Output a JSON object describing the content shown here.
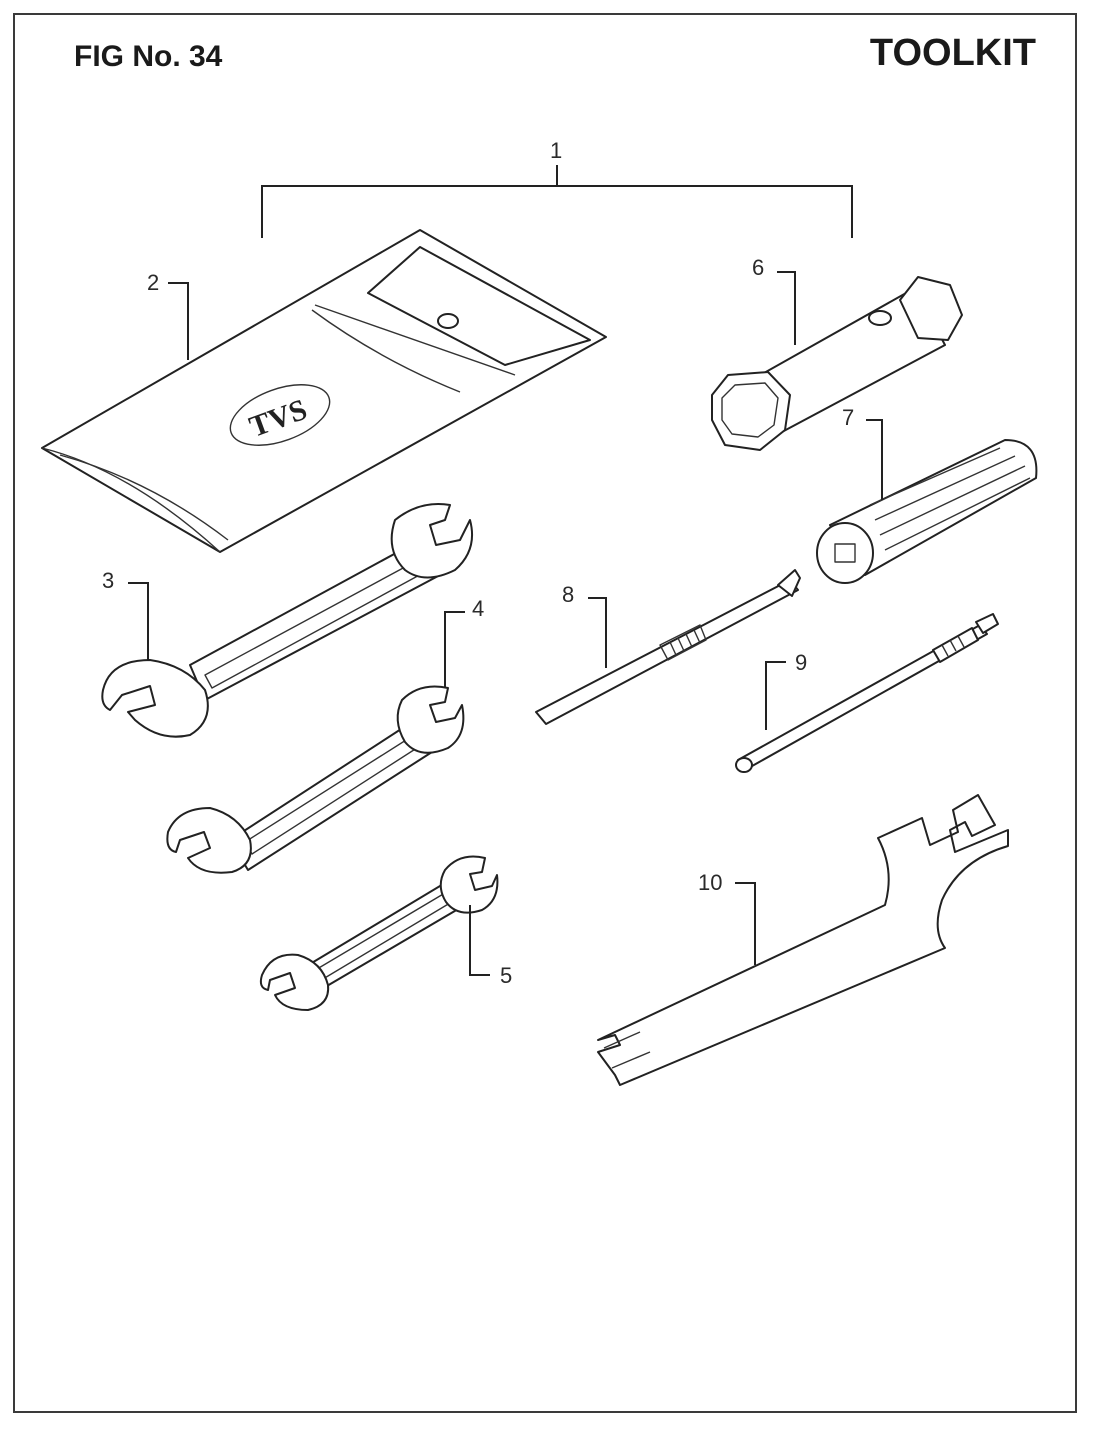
{
  "header": {
    "figure_label": "FIG No. 34",
    "title": "TOOLKIT"
  },
  "callouts": [
    "1",
    "2",
    "3",
    "4",
    "5",
    "6",
    "7",
    "8",
    "9",
    "10"
  ],
  "pouch_logo_text": "TVS",
  "colors": {
    "line": "#222222",
    "background": "#ffffff",
    "border": "#3a3a3a"
  }
}
